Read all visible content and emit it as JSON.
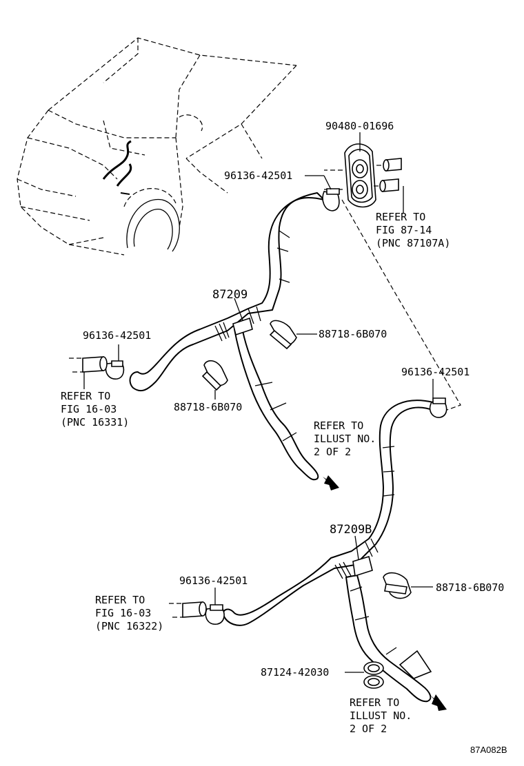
{
  "diagram_id": "87A082B",
  "labels": {
    "grommet": "90480-01696",
    "clamp_top": "96136-42501",
    "refer_8714": [
      "REFER TO",
      "FIG 87-14",
      "(PNC 87107A)"
    ],
    "hose_upper": "87209",
    "clamp_upper_left": "96136-42501",
    "clip_upper_right": "88718-6B070",
    "clip_upper_below": "88718-6B070",
    "refer_16331": [
      "REFER TO",
      "FIG 16-03",
      "(PNC 16331)"
    ],
    "refer_illust_upper": [
      "REFER TO",
      "ILLUST NO.",
      "2 OF 2"
    ],
    "clamp_right": "96136-42501",
    "hose_lower": "87209B",
    "clamp_lower_left": "96136-42501",
    "clip_lower_right": "88718-6B070",
    "refer_16322": [
      "REFER TO",
      "FIG 16-03",
      "(PNC 16322)"
    ],
    "clamp_lower_bottom": "87124-42030",
    "refer_illust_lower": [
      "REFER TO",
      "ILLUST NO.",
      "2 OF 2"
    ]
  }
}
